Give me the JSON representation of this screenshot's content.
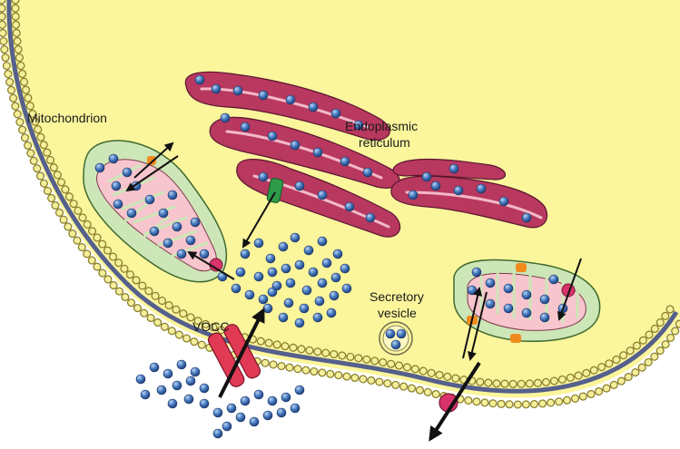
{
  "labels": {
    "mitochondrion": "Mitochondrion",
    "er_line1": "Endoplasmic",
    "er_line2": "reticulum",
    "vesicle_line1": "Secretory",
    "vesicle_line2": "vesicle",
    "vocc": "VOCC"
  },
  "colors": {
    "cytoplasm": "#fbf59c",
    "membrane_head": "#f4ef9a",
    "membrane_tail": "#55608c",
    "er_fill": "#b8385f",
    "er_lumen": "#f3b9c6",
    "mito_outer": "#cde6b8",
    "mito_crista": "#f7c5cd",
    "ion": "#3d70b8",
    "channel_red": "#e03a55",
    "transporter_orange": "#f08a1c",
    "pump_pink": "#d8336a",
    "channel_green": "#2e9a4a"
  }
}
